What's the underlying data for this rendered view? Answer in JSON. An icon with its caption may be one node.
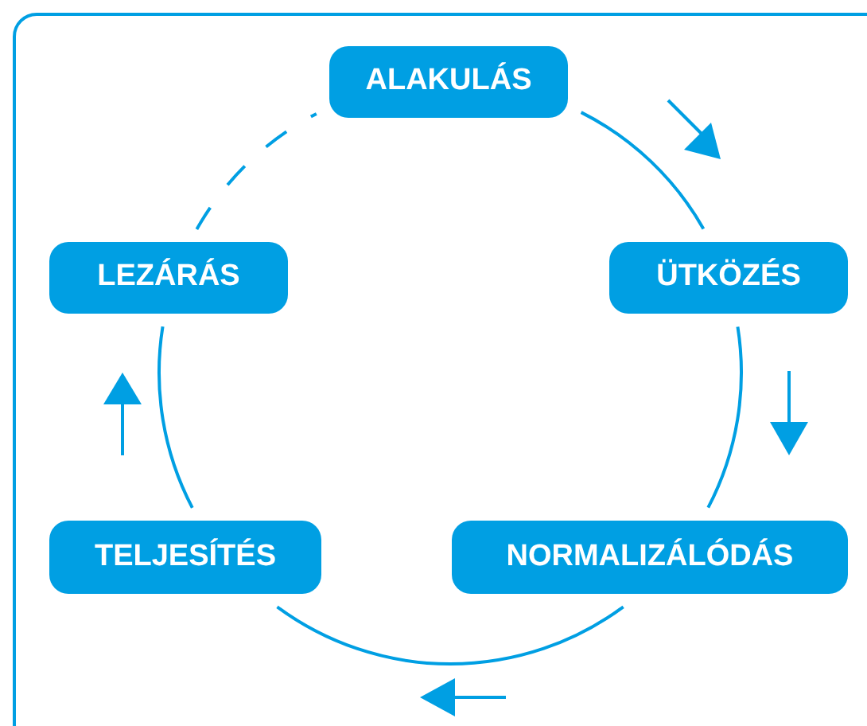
{
  "diagram": {
    "nodes": [
      {
        "text": [
          "ALAKULÁS"
        ]
      },
      {
        "text": [
          "ÜTKÖZÉS"
        ]
      },
      {
        "text": [
          "NORMALIZÁLÓDÁS"
        ]
      },
      {
        "text": [
          "TELJESÍTÉS"
        ]
      },
      {
        "text": [
          "LEZÁRÁS"
        ]
      }
    ],
    "edges": [
      {
        "from": 0,
        "to": 1,
        "arrow": "none"
      },
      {
        "from": 1,
        "to": 2,
        "arrow": "none"
      },
      {
        "from": 2,
        "to": 3,
        "arrow": "none"
      },
      {
        "from": 3,
        "to": 4,
        "arrow": "none"
      },
      {
        "from": 4,
        "to": 0,
        "arrow": "none",
        "style": "dashed"
      }
    ]
  }
}
